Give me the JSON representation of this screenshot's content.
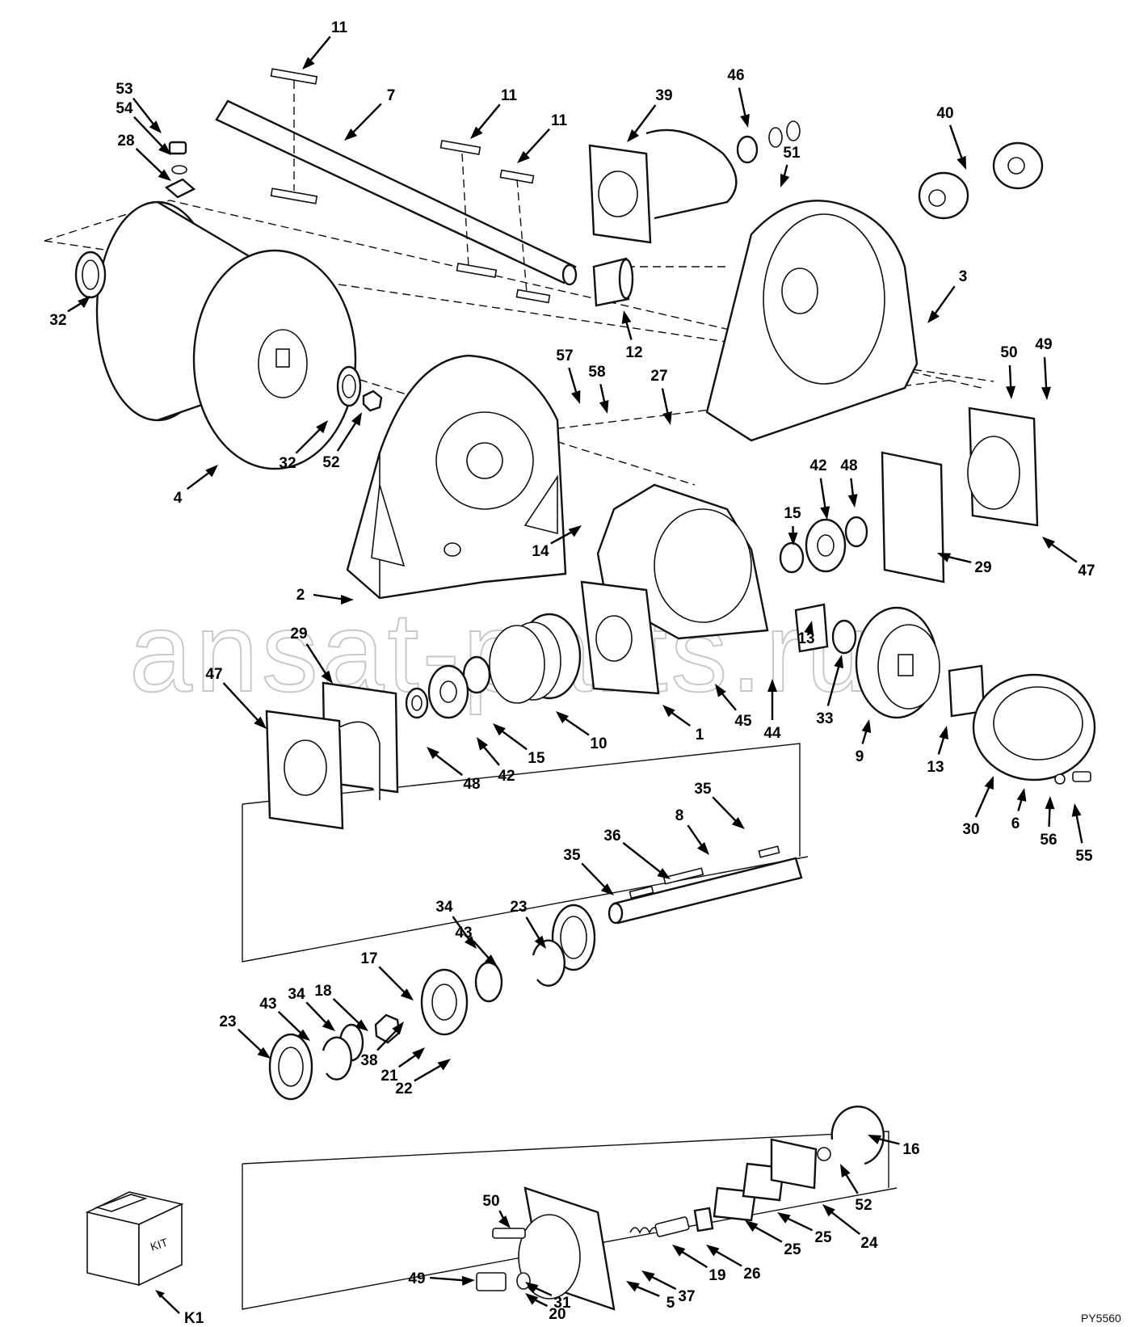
{
  "drawing": {
    "watermark": "ansat-parts.ru",
    "drawing_id": "PY5560",
    "kit_box_label": "KIT",
    "kit_callout": "K1"
  },
  "callouts": [
    {
      "label": "1"
    },
    {
      "label": "2"
    },
    {
      "label": "3"
    },
    {
      "label": "4"
    },
    {
      "label": "5"
    },
    {
      "label": "6"
    },
    {
      "label": "7"
    },
    {
      "label": "8"
    },
    {
      "label": "9"
    },
    {
      "label": "10"
    },
    {
      "label": "11"
    },
    {
      "label": "11"
    },
    {
      "label": "11"
    },
    {
      "label": "12"
    },
    {
      "label": "13"
    },
    {
      "label": "13"
    },
    {
      "label": "14"
    },
    {
      "label": "15"
    },
    {
      "label": "15"
    },
    {
      "label": "16"
    },
    {
      "label": "17"
    },
    {
      "label": "18"
    },
    {
      "label": "19"
    },
    {
      "label": "20"
    },
    {
      "label": "21"
    },
    {
      "label": "22"
    },
    {
      "label": "23"
    },
    {
      "label": "23"
    },
    {
      "label": "24"
    },
    {
      "label": "25"
    },
    {
      "label": "25"
    },
    {
      "label": "26"
    },
    {
      "label": "27"
    },
    {
      "label": "28"
    },
    {
      "label": "29"
    },
    {
      "label": "29"
    },
    {
      "label": "30"
    },
    {
      "label": "31"
    },
    {
      "label": "32"
    },
    {
      "label": "32"
    },
    {
      "label": "33"
    },
    {
      "label": "34"
    },
    {
      "label": "34"
    },
    {
      "label": "35"
    },
    {
      "label": "35"
    },
    {
      "label": "36"
    },
    {
      "label": "37"
    },
    {
      "label": "38"
    },
    {
      "label": "39"
    },
    {
      "label": "40"
    },
    {
      "label": "42"
    },
    {
      "label": "42"
    },
    {
      "label": "43"
    },
    {
      "label": "43"
    },
    {
      "label": "44"
    },
    {
      "label": "45"
    },
    {
      "label": "46"
    },
    {
      "label": "47"
    },
    {
      "label": "47"
    },
    {
      "label": "48"
    },
    {
      "label": "48"
    },
    {
      "label": "49"
    },
    {
      "label": "49"
    },
    {
      "label": "50"
    },
    {
      "label": "50"
    },
    {
      "label": "51"
    },
    {
      "label": "52"
    },
    {
      "label": "52"
    },
    {
      "label": "53"
    },
    {
      "label": "54"
    },
    {
      "label": "55"
    },
    {
      "label": "56"
    },
    {
      "label": "57"
    },
    {
      "label": "58"
    }
  ]
}
